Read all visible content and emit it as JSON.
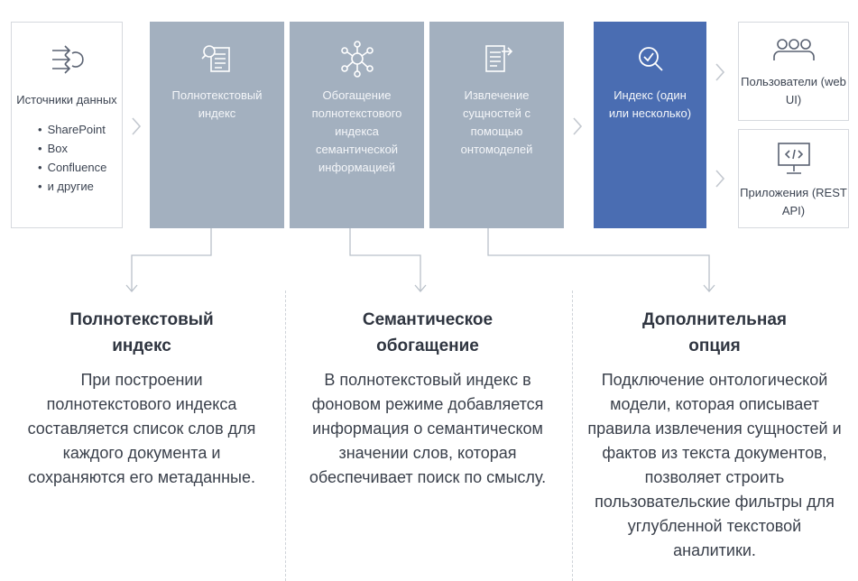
{
  "sources": {
    "title": "Источники данных",
    "items": [
      "SharePoint",
      "Box",
      "Confluence",
      "и другие"
    ]
  },
  "stages": [
    {
      "label": "Полнотекстовый индекс",
      "icon": "document-search-icon"
    },
    {
      "label": "Обогащение полнотекстового индекса семантической информацией",
      "icon": "network-nodes-icon"
    },
    {
      "label": "Извлечение сущностей с помощью онтомоделей",
      "icon": "document-export-icon"
    }
  ],
  "index": {
    "label": "Индекс (один или несколько)",
    "icon": "search-icon"
  },
  "outputs": [
    {
      "label": "Пользователи (web UI)",
      "icon": "users-icon"
    },
    {
      "label": "Приложения (REST API)",
      "icon": "monitor-code-icon"
    }
  ],
  "columns": [
    {
      "title": "Полнотекстовый индекс",
      "body": "При построении полнотекстового индекса составляется список слов для каждого документа и сохраняются его метаданные."
    },
    {
      "title": "Семантическое обогащение",
      "body": "В полнотекстовый индекс в фоновом режиме добавляется информация о семантическом значении слов, которая обеспечивает поиск по смыслу."
    },
    {
      "title": "Дополнительная опция",
      "body": "Подключение онтологической модели, которая описывает правила извлечения сущностей и фактов из текста документов, позволяет строить пользовательские фильтры для углубленной текстовой аналитики."
    }
  ],
  "colors": {
    "stage": "#a3b0bf",
    "index": "#4a6db2",
    "border": "#d6d9de"
  }
}
